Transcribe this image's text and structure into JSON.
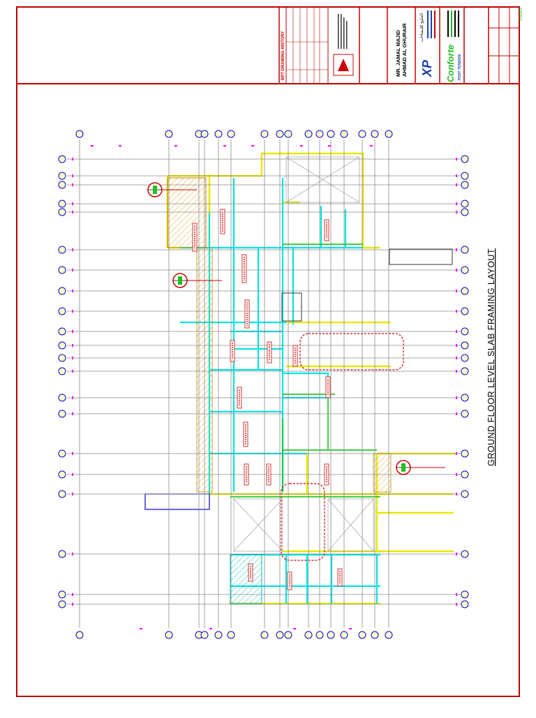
{
  "drawing": {
    "title": "GROUND FLOOR LEVEL SLAB FRAMING LAYOUT"
  },
  "title_block": {
    "revision_header": "BPT DRAWING HISTORY",
    "client_line1": "MR. JAMAL MAJID",
    "client_line2": "AHMAD AL GHURAIR",
    "contractor_logo_text": "XP",
    "contractor_name": "الخليج للإنشاءات",
    "consultant_logo_text": "Conforte",
    "consultant_sub": "POST TENSION",
    "side_mark": "ISSUED"
  },
  "colors": {
    "border": "#c00000",
    "beam": "#00e5e5",
    "wall": "#e8e800",
    "grid_bubble": "#0000cc",
    "tendon": "#00c000",
    "drop_panel": "#cc0000",
    "magenta": "#ff00ff"
  }
}
